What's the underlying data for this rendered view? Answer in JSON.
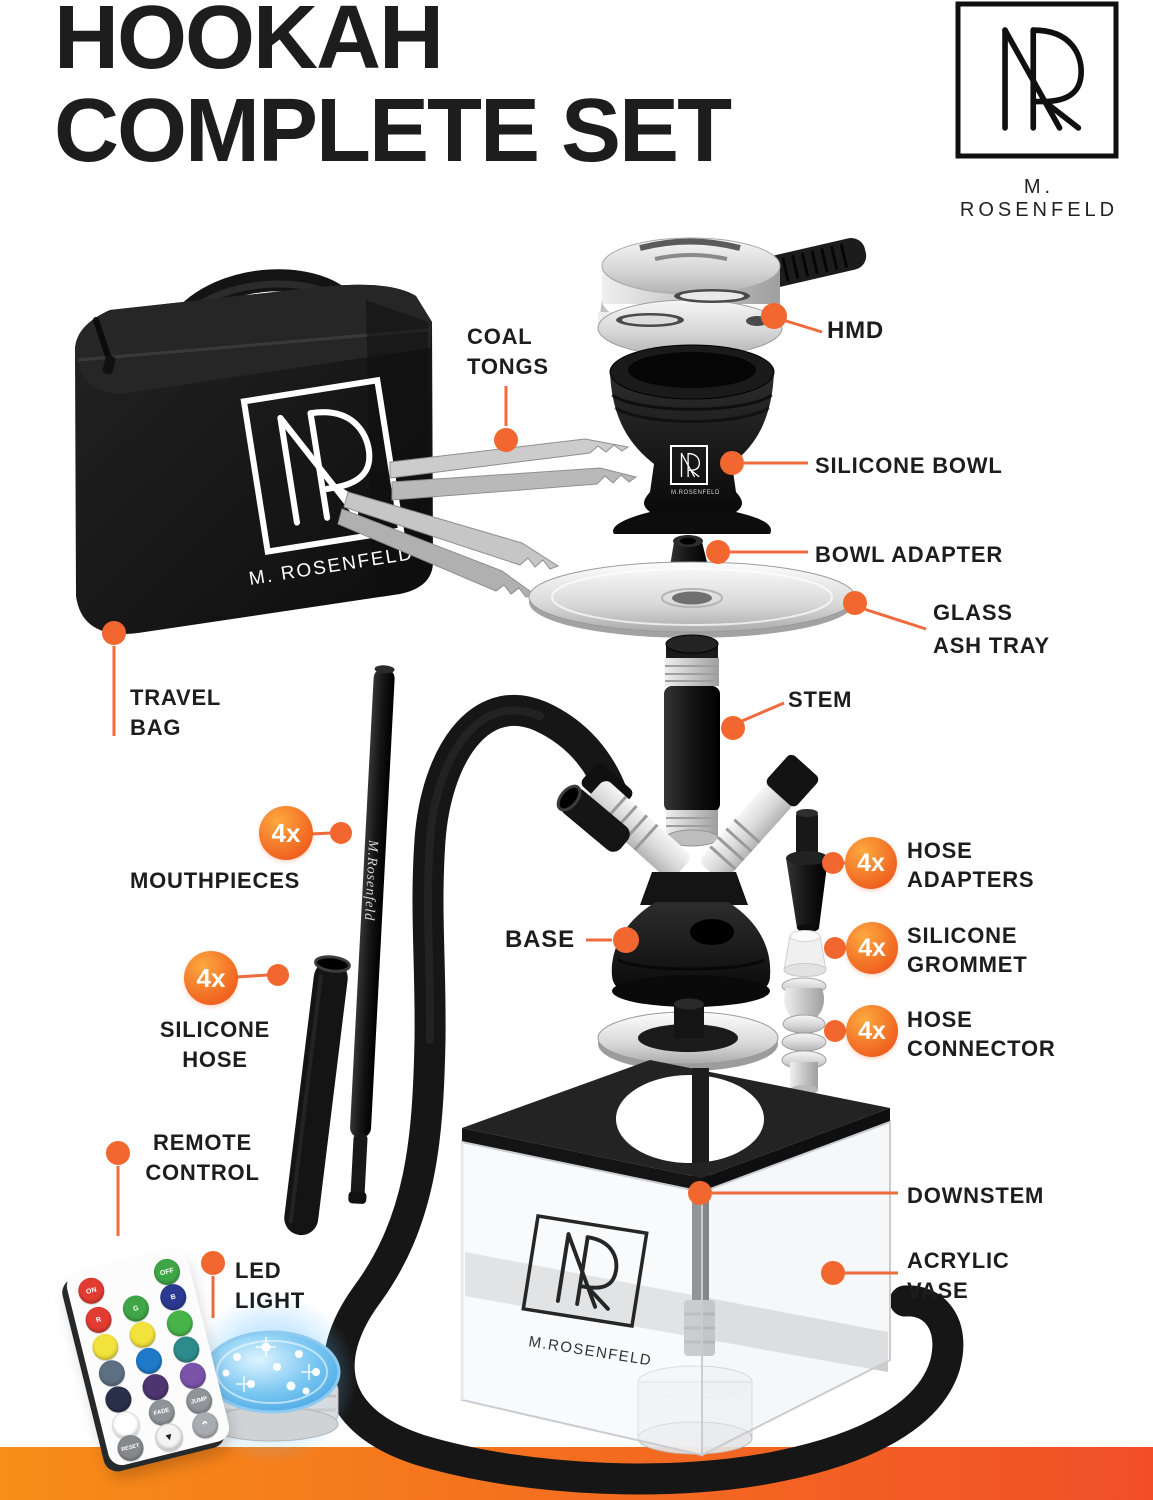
{
  "title": "HOOKAH\nCOMPLETE SET",
  "brand": {
    "name": "M. ROSENFELD",
    "monogram": "MR"
  },
  "callouts": {
    "travel_bag": {
      "label": "TRAVEL\nBAG"
    },
    "coal_tongs": {
      "label": "COAL\nTONGS"
    },
    "hmd": {
      "label": "HMD"
    },
    "silicone_bowl": {
      "label": "SILICONE BOWL"
    },
    "bowl_adapter": {
      "label": "BOWL ADAPTER"
    },
    "glass_ash_tray": {
      "label": "GLASS\nASH TRAY"
    },
    "stem": {
      "label": "STEM"
    },
    "base": {
      "label": "BASE"
    },
    "mouthpieces": {
      "count": "4x",
      "label": "MOUTHPIECES"
    },
    "silicone_hose": {
      "count": "4x",
      "label": "SILICONE\nHOSE"
    },
    "hose_adapters": {
      "count": "4x",
      "label": "HOSE\nADAPTERS"
    },
    "silicone_grommet": {
      "count": "4x",
      "label": "SILICONE\nGROMMET"
    },
    "hose_connector": {
      "count": "4x",
      "label": "HOSE\nCONNECTOR"
    },
    "remote_control": {
      "label": "REMOTE\nCONTROL"
    },
    "led_light": {
      "label": "LED\nLIGHT"
    },
    "downstem": {
      "label": "DOWNSTEM"
    },
    "acrylic_vase": {
      "label": "ACRYLIC\nVASE"
    }
  },
  "products": {
    "bag_brand": "M. ROSENFELD",
    "bowl_brand": "M.ROSENFELD",
    "vase_brand": "M.ROSENFELD",
    "mouthpiece_brand": "M.Rosenfeld"
  },
  "remote": {
    "buttons": [
      {
        "label": "ON",
        "color": "#e03c31"
      },
      {
        "label": "OFF",
        "color": "#3fa648"
      },
      {
        "label": "R",
        "color": "#e03c31"
      },
      {
        "label": "G",
        "color": "#3fa648"
      },
      {
        "label": "B",
        "color": "#2b3990"
      },
      {
        "label": "",
        "color": "#f2e23c"
      },
      {
        "label": "",
        "color": "#f2e23c"
      },
      {
        "label": "",
        "color": "#46b449"
      },
      {
        "label": "",
        "color": "#5c7082"
      },
      {
        "label": "",
        "color": "#1f78c8"
      },
      {
        "label": "",
        "color": "#2e8b8b"
      },
      {
        "label": "",
        "color": "#2a2f4a"
      },
      {
        "label": "",
        "color": "#4d3570"
      },
      {
        "label": "",
        "color": "#7a52a8"
      },
      {
        "label": "",
        "color": "#ffffff"
      },
      {
        "label": "FADE",
        "color": "#8f9499"
      },
      {
        "label": "JUMP",
        "color": "#8f9499"
      },
      {
        "label": "RESET",
        "color": "#86898c"
      },
      {
        "label": "▼",
        "color": "#f4f4f4",
        "text": "#222222"
      },
      {
        "label": "⌃",
        "color": "#a9adb1"
      }
    ]
  },
  "colors": {
    "accent": "#F2672F",
    "line": "#EF6A3C",
    "badge_top": "#FCA93F",
    "badge_bottom": "#F0601F",
    "bar_left": "#F78E17",
    "bar_right": "#F14E28",
    "ink": "#1D1D1D",
    "led_blue": "#3AA7E8"
  }
}
